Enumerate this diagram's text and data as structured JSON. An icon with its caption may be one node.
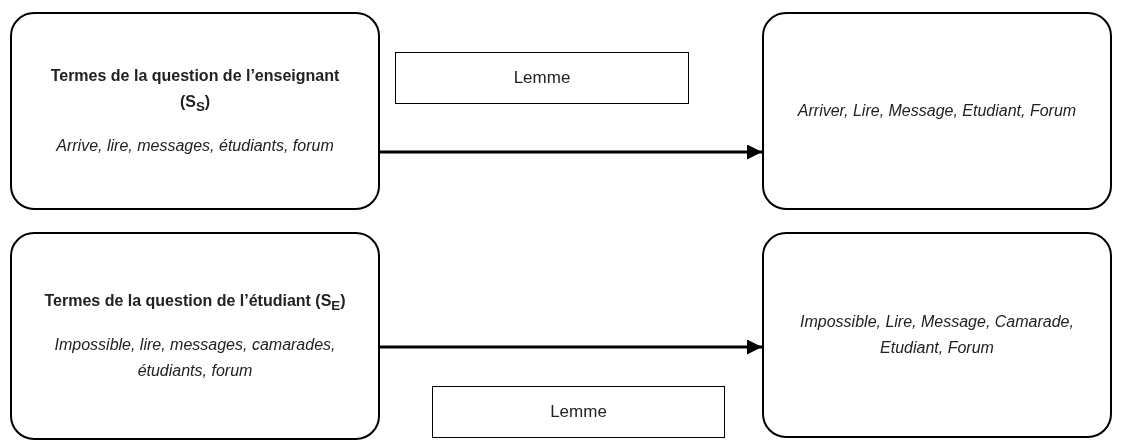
{
  "diagram": {
    "nodes": [
      {
        "text": [
          "Termes de la question de l’enseignant (S$_{S}$)",
          "Arrive, lire, messages, étudiants, forum"
        ]
      },
      {
        "text": [
          "Lemme"
        ]
      },
      {
        "text": [
          "Arriver, Lire, Message, Etudiant, Forum"
        ]
      },
      {
        "text": [
          "Termes de la question de l’étudiant (S$_{E}$)",
          "Impossible, lire, messages, camarades, étudiants, forum"
        ]
      },
      {
        "text": [
          "Impossible, Lire, Message, Camarade, Etudiant, Forum"
        ]
      },
      {
        "text": [
          "Lemme"
        ]
      }
    ],
    "edges": [
      {
        "from": 0,
        "to": 2,
        "arrow": "to"
      },
      {
        "from": 3,
        "to": 4,
        "arrow": "to"
      }
    ]
  }
}
